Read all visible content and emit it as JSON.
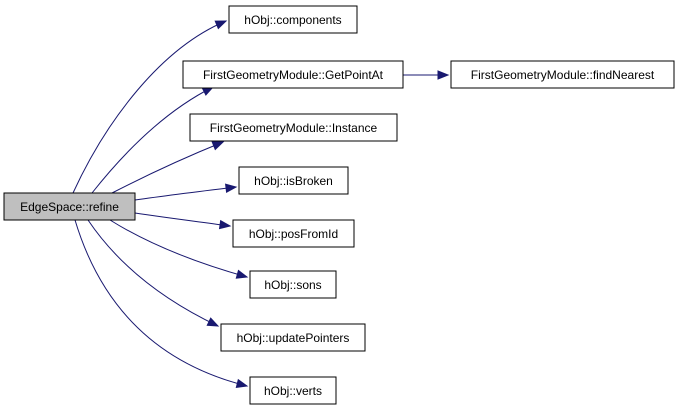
{
  "graph": {
    "nodes": [
      {
        "id": "root",
        "label": "EdgeSpace::refine",
        "root": true
      },
      {
        "id": "components",
        "label": "hObj::components"
      },
      {
        "id": "getpointat",
        "label": "FirstGeometryModule::GetPointAt"
      },
      {
        "id": "findnearest",
        "label": "FirstGeometryModule::findNearest"
      },
      {
        "id": "instance",
        "label": "FirstGeometryModule::Instance"
      },
      {
        "id": "isbroken",
        "label": "hObj::isBroken"
      },
      {
        "id": "posfromid",
        "label": "hObj::posFromId"
      },
      {
        "id": "sons",
        "label": "hObj::sons"
      },
      {
        "id": "updatepointers",
        "label": "hObj::updatePointers"
      },
      {
        "id": "verts",
        "label": "hObj::verts"
      }
    ],
    "edges": [
      {
        "from": "root",
        "to": "components"
      },
      {
        "from": "root",
        "to": "getpointat"
      },
      {
        "from": "root",
        "to": "instance"
      },
      {
        "from": "root",
        "to": "isbroken"
      },
      {
        "from": "root",
        "to": "posfromid"
      },
      {
        "from": "root",
        "to": "sons"
      },
      {
        "from": "root",
        "to": "updatepointers"
      },
      {
        "from": "root",
        "to": "verts"
      },
      {
        "from": "getpointat",
        "to": "findnearest"
      }
    ],
    "colors": {
      "edge": "#191970",
      "root_fill": "#bfbfbf",
      "node_fill": "#ffffff",
      "border": "#000000"
    }
  }
}
